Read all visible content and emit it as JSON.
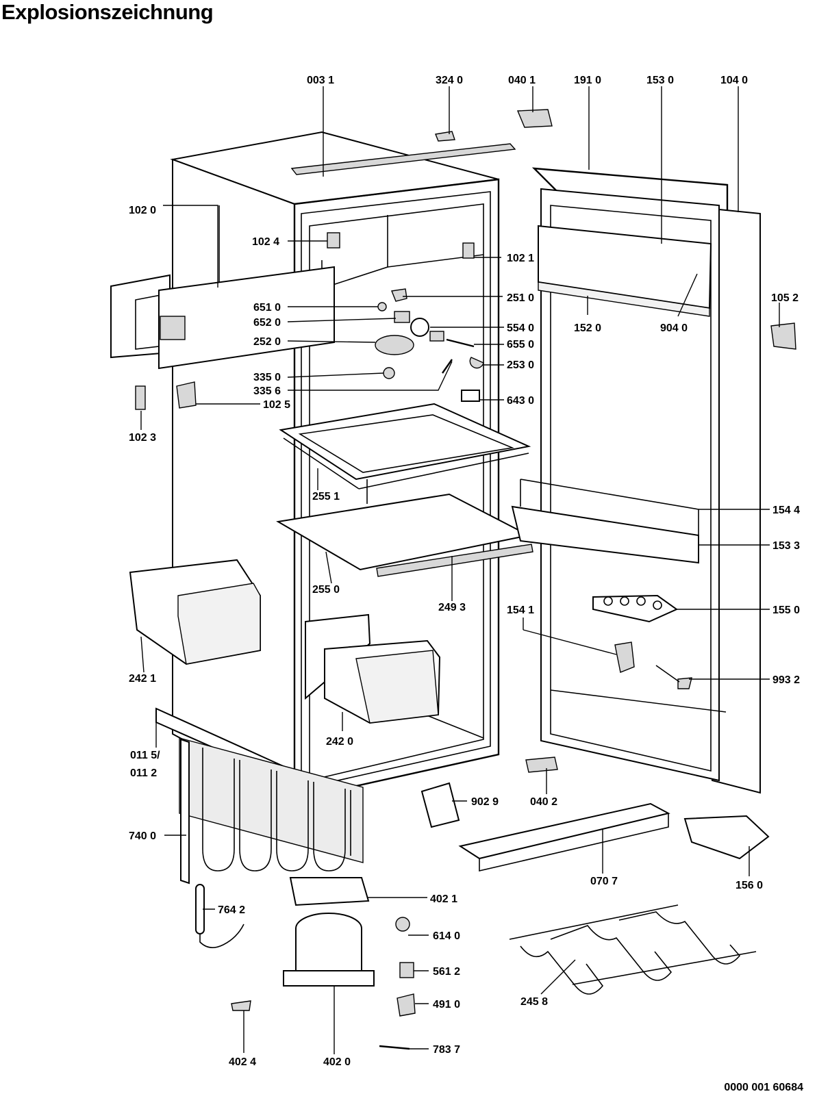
{
  "title": "Explosionszeichnung",
  "doc_number": "0000 001 60684",
  "parts": [
    {
      "id": "p0031",
      "label": "003 1"
    },
    {
      "id": "p3240",
      "label": "324 0"
    },
    {
      "id": "p0401",
      "label": "040 1"
    },
    {
      "id": "p1910",
      "label": "191 0"
    },
    {
      "id": "p1530",
      "label": "153 0"
    },
    {
      "id": "p1040",
      "label": "104 0"
    },
    {
      "id": "p1020",
      "label": "102 0"
    },
    {
      "id": "p1024",
      "label": "102 4"
    },
    {
      "id": "p1021",
      "label": "102 1"
    },
    {
      "id": "p1052",
      "label": "105 2"
    },
    {
      "id": "p2510",
      "label": "251 0"
    },
    {
      "id": "p6510",
      "label": "651 0"
    },
    {
      "id": "p6520",
      "label": "652 0"
    },
    {
      "id": "p5540",
      "label": "554 0"
    },
    {
      "id": "p1520",
      "label": "152 0"
    },
    {
      "id": "p9040",
      "label": "904 0"
    },
    {
      "id": "p2520",
      "label": "252 0"
    },
    {
      "id": "p6550",
      "label": "655 0"
    },
    {
      "id": "p2530",
      "label": "253 0"
    },
    {
      "id": "p3350",
      "label": "335 0"
    },
    {
      "id": "p3356",
      "label": "335 6"
    },
    {
      "id": "p1025",
      "label": "102 5"
    },
    {
      "id": "p6430",
      "label": "643 0"
    },
    {
      "id": "p1023",
      "label": "102 3"
    },
    {
      "id": "p2551",
      "label": "255 1"
    },
    {
      "id": "p1544",
      "label": "154 4"
    },
    {
      "id": "p1533",
      "label": "153 3"
    },
    {
      "id": "p2550",
      "label": "255 0"
    },
    {
      "id": "p2493",
      "label": "249 3"
    },
    {
      "id": "p1541",
      "label": "154 1"
    },
    {
      "id": "p1550",
      "label": "155 0"
    },
    {
      "id": "p2421",
      "label": "242 1"
    },
    {
      "id": "p9932",
      "label": "993 2"
    },
    {
      "id": "p0115",
      "label": "011 5/"
    },
    {
      "id": "p0112",
      "label": "011 2"
    },
    {
      "id": "p2420",
      "label": "242 0"
    },
    {
      "id": "p9029",
      "label": "902 9"
    },
    {
      "id": "p0402",
      "label": "040 2"
    },
    {
      "id": "p7400",
      "label": "740 0"
    },
    {
      "id": "p0707",
      "label": "070 7"
    },
    {
      "id": "p1560",
      "label": "156 0"
    },
    {
      "id": "p4021",
      "label": "402 1"
    },
    {
      "id": "p7642",
      "label": "764 2"
    },
    {
      "id": "p6140",
      "label": "614 0"
    },
    {
      "id": "p5612",
      "label": "561 2"
    },
    {
      "id": "p2458",
      "label": "245 8"
    },
    {
      "id": "p4910",
      "label": "491 0"
    },
    {
      "id": "p4024",
      "label": "402 4"
    },
    {
      "id": "p4020",
      "label": "402 0"
    },
    {
      "id": "p7837",
      "label": "783 7"
    }
  ]
}
